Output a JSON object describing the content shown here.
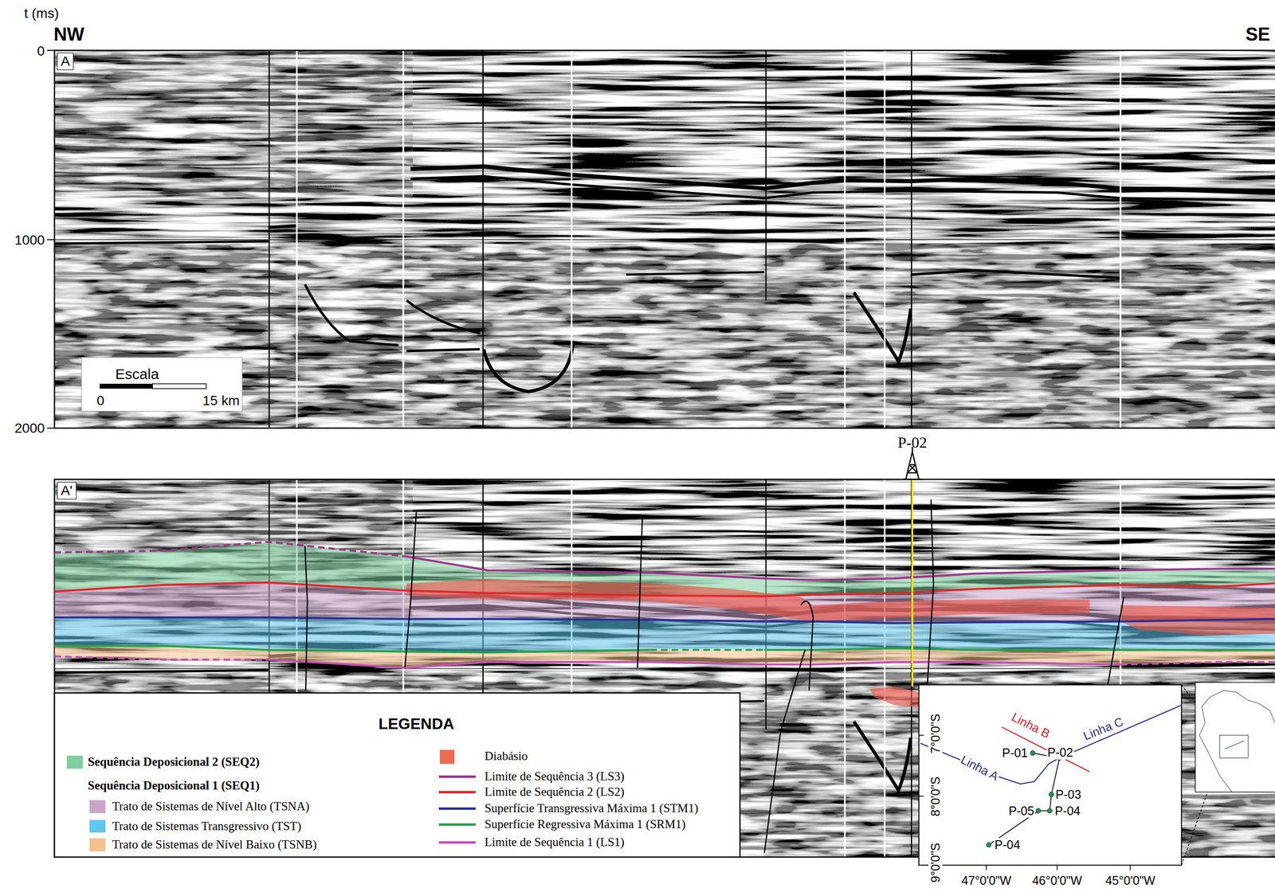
{
  "diagram": {
    "nodes": [
      {
        "text": [
          "A"
        ]
      },
      {
        "text": [
          "Escala",
          "0",
          "15 km"
        ]
      },
      {
        "text": [
          "A'"
        ]
      }
    ],
    "labels": [
      "t (ms)",
      "NW",
      "SE",
      "0",
      "1000",
      "2000",
      "P-02",
      "LEGENDA",
      "Sequência Deposicional 1 (SEQ1)",
      "Linha B",
      "P-01",
      "P-02",
      "Linha C",
      "Linha A",
      "P-03",
      "P-05",
      "P-04",
      "P-04",
      "7°0'0\"S",
      "8°0'0\"S",
      "9°0'0\"S",
      "47°0'0\"W",
      "46°0'0\"W",
      "45°0'0\"W"
    ],
    "legend": [
      {
        "text": "Sequência Deposicional 2 (SEQ2)",
        "color": "#7fcf9f"
      },
      {
        "text": "Trato de Sistemas de Nível Alto (TSNA)",
        "color": "#c9a3c9"
      },
      {
        "text": "Trato de Sistemas Transgressivo (TST)",
        "color": "#62c6ee"
      },
      {
        "text": "Trato de Sistemas de Nível Baixo (TSNB)",
        "color": "#f6c08c"
      },
      {
        "text": "Diabásio",
        "color": "#ee6a50"
      },
      {
        "text": "Limite de Sequência 3 (LS3)"
      },
      {
        "text": "Limite de Sequência 2 (LS2)"
      },
      {
        "text": "Superfície Transgressiva Máxima 1 (STM1)"
      },
      {
        "text": "Superfície Regressiva Máxima 1 (SRM1)"
      },
      {
        "text": "Limite de Sequência 1 (LS1)"
      }
    ]
  }
}
